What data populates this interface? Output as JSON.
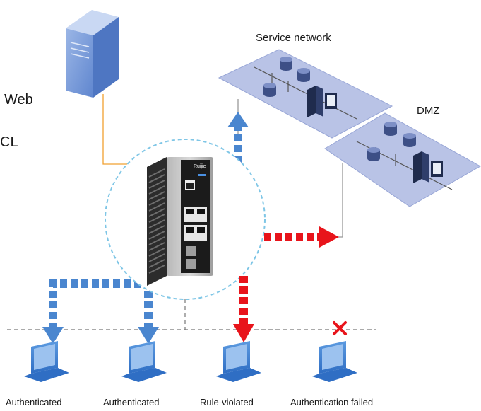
{
  "left_labels": {
    "web": "Web",
    "acl": "CL"
  },
  "networks": {
    "service": "Service network",
    "dmz": "DMZ"
  },
  "terminals": [
    {
      "label": "Authenticated",
      "status": "allowed"
    },
    {
      "label": "Authenticated",
      "status": "allowed"
    },
    {
      "label": "Rule-violated",
      "status": "restricted"
    },
    {
      "label": "Authentication failed",
      "status": "blocked"
    }
  ],
  "device": {
    "brand": "Ruijie"
  },
  "colors": {
    "allowed_arrow": "#4a86cf",
    "restricted_arrow": "#e8141b",
    "blocked_mark": "#e8141b",
    "network_plane": "#b9c3e6",
    "server": "#7f9fd8",
    "link_line": "#f0a030",
    "focus_circle": "#7fc6e6"
  },
  "icons": [
    "server-icon",
    "database-icon",
    "workstation-icon",
    "switch-device-icon",
    "laptop-icon",
    "blocked-x-icon"
  ]
}
